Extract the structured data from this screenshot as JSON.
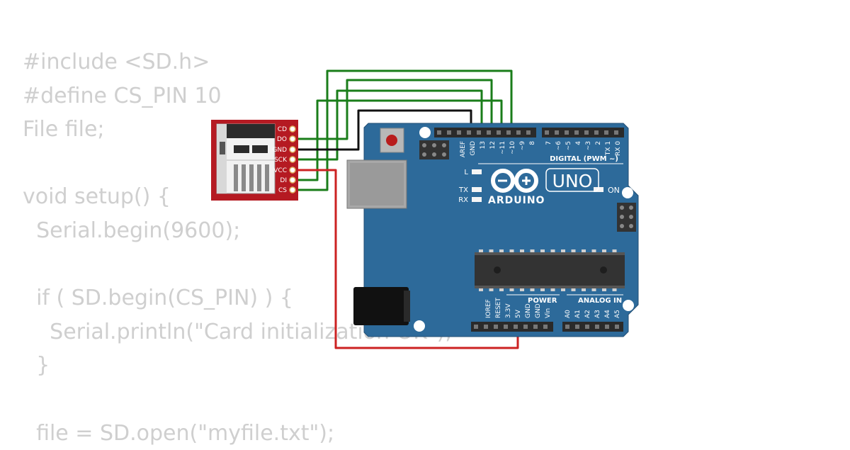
{
  "code": {
    "lines": [
      "#include <SD.h>",
      "#define CS_PIN 10",
      "File file;",
      "",
      "void setup() {",
      "  Serial.begin(9600);",
      "",
      "  if ( SD.begin(CS_PIN) ) {",
      "    Serial.println(\"Card initialization OK\");",
      "  }",
      "",
      "  file = SD.open(\"myfile.txt\");"
    ]
  },
  "sd_module": {
    "pins": [
      "CD",
      "DO",
      "GND",
      "SCK",
      "VCC",
      "DI",
      "CS"
    ]
  },
  "arduino": {
    "brand": "ARDUINO",
    "model": "UNO",
    "digital_header_label": "DIGITAL (PWM ~)",
    "digital_pins_left": [
      "AREF",
      "GND",
      "13",
      "12",
      "~11",
      "~10",
      "~9",
      "8"
    ],
    "digital_pins_right": [
      "7",
      "~6",
      "~5",
      "4",
      "~3",
      "2",
      "TX 1",
      "RX 0"
    ],
    "power_label": "POWER",
    "power_pins": [
      "IOREF",
      "RESET",
      "3.3V",
      "5V",
      "GND",
      "GND",
      "Vin"
    ],
    "analog_label": "ANALOG IN",
    "analog_pins": [
      "A0",
      "A1",
      "A2",
      "A3",
      "A4",
      "A5"
    ],
    "led_l": "L",
    "led_tx": "TX",
    "led_rx": "RX",
    "led_on": "ON"
  },
  "wires": {
    "colors": {
      "signal": "#1a7d1a",
      "ground": "#111111",
      "power": "#cc2222"
    }
  }
}
